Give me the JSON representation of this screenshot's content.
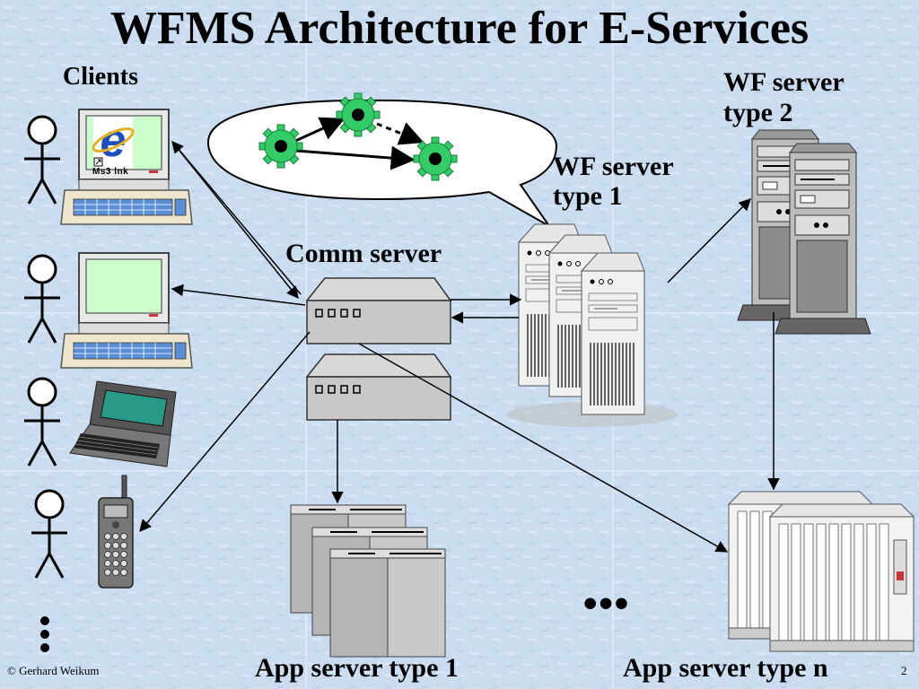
{
  "title": "WFMS Architecture for E-Services",
  "clients_label": "Clients",
  "wf_server_type2": [
    "WF  server",
    "type 2"
  ],
  "wf_server_type1": [
    "WF server",
    "type 1"
  ],
  "comm_server_label": "Comm server",
  "app_server_type1": "App server type 1",
  "app_server_typen": "App server type n",
  "ellipsis": "•••",
  "desktop_icon_label": "Ms3 lnk",
  "footer": {
    "copyright": "© Gerhard Weikum",
    "page_number": "2"
  },
  "icons": [
    "person-icon",
    "desktop-computer-icon",
    "laptop-icon",
    "mobile-phone-icon",
    "workflow-gear-icon",
    "server-tower-icon",
    "rack-server-icon"
  ],
  "colors": {
    "background": "#c9dcf0",
    "gear": "#33cc66",
    "screen": "#ccffcc",
    "laptop_screen": "#2a9a88"
  }
}
